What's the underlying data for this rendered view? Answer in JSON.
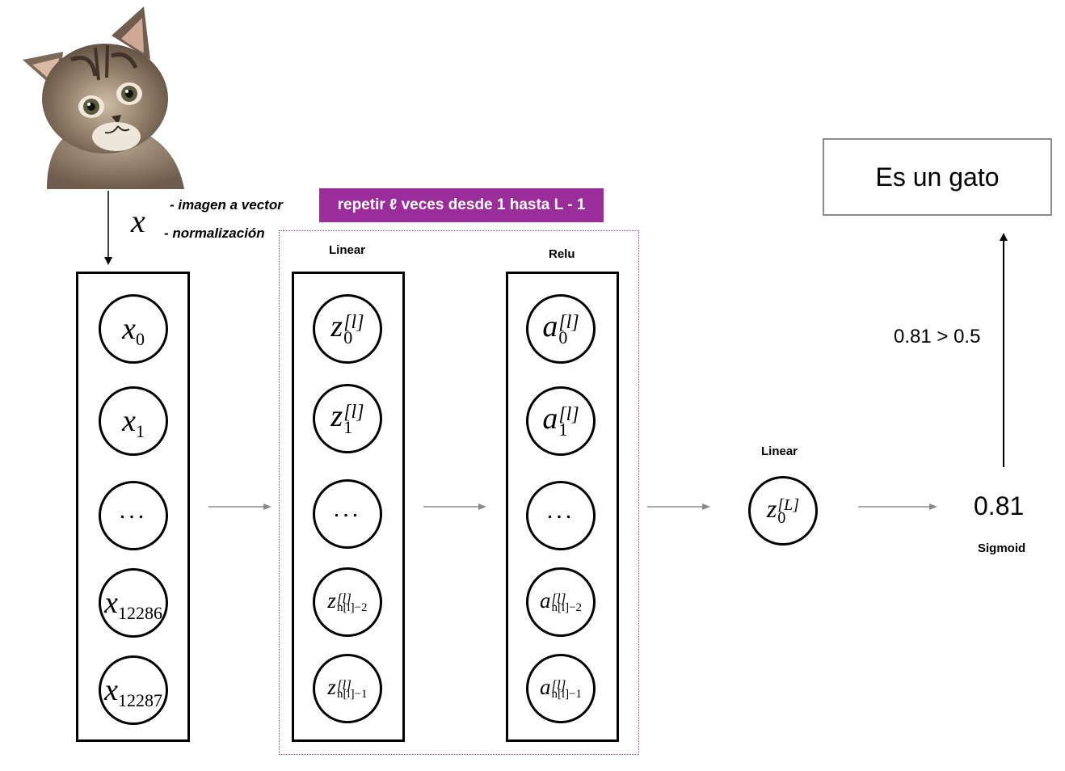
{
  "input_label": {
    "symbol": "x",
    "note_1": "- imagen a vector",
    "note_2": "- normalización"
  },
  "input_layer": {
    "nodes": [
      {
        "base": "x",
        "sub": "0"
      },
      {
        "base": "x",
        "sub": "1"
      },
      {
        "dots": "..."
      },
      {
        "base": "x",
        "sub": "12286"
      },
      {
        "base": "x",
        "sub": "12287"
      }
    ]
  },
  "loop_banner": "repetir ℓ veces desde 1 hasta L - 1",
  "linear_layer": {
    "label": "Linear",
    "nodes": [
      {
        "base": "z",
        "sup": "[l]",
        "sub": "0"
      },
      {
        "base": "z",
        "sup": "[l]",
        "sub": "1"
      },
      {
        "dots": "..."
      },
      {
        "base": "z",
        "sup": "[l]",
        "sub": "n[l]−2"
      },
      {
        "base": "z",
        "sup": "[l]",
        "sub": "n[l]−1"
      }
    ]
  },
  "relu_layer": {
    "label": "Relu",
    "nodes": [
      {
        "base": "a",
        "sup": "[l]",
        "sub": "0"
      },
      {
        "base": "a",
        "sup": "[l]",
        "sub": "1"
      },
      {
        "dots": "..."
      },
      {
        "base": "a",
        "sup": "[l]",
        "sub": "n[l]−2"
      },
      {
        "base": "a",
        "sup": "[l]",
        "sub": "n[l]−1"
      }
    ]
  },
  "output_linear": {
    "label": "Linear",
    "node": {
      "base": "z",
      "sup": "[L]",
      "sub": "0"
    }
  },
  "sigmoid": {
    "value": "0.81",
    "label": "Sigmoid"
  },
  "threshold": "0.81 > 0.5",
  "result": "Es un gato",
  "colors": {
    "banner": "#9b2d9b",
    "dotted_frame": "#7a4a7a",
    "arrow_gray": "#8a8a8a",
    "result_border": "#8c8c8c"
  }
}
